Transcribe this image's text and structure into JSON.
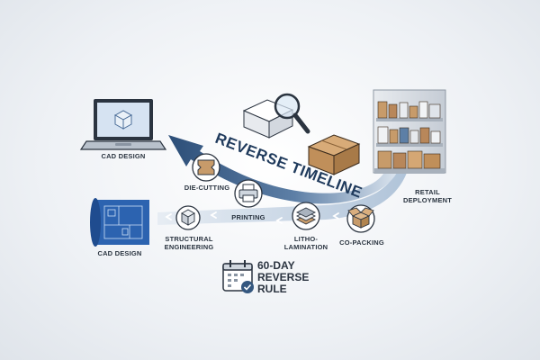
{
  "timeline_title": "REVERSE TIMELINE",
  "stages": {
    "cad_design_laptop": "CAD DESIGN",
    "cad_design_blueprint": "CAD DESIGN",
    "die_cutting": "DIE-CUTTING",
    "printing": "PRINTING",
    "structural_engineering": [
      "STRUCTURAL",
      "ENGINEERING"
    ],
    "litho_lamination": [
      "LITHO-",
      "LAMINATION"
    ],
    "co_packing": "CO-PACKING",
    "retail_deployment": [
      "RETAIL",
      "DEPLOYMENT"
    ]
  },
  "rule": [
    "60-DAY",
    "REVERSE",
    "RULE"
  ],
  "colors": {
    "arrow_dark": "#34577f",
    "arrow_light": "#c7d5e3",
    "blueprint": "#2c63b0",
    "cardboard": "#c79b6a",
    "outline": "#2b3440"
  },
  "icons": [
    "laptop-cube-icon",
    "blueprint-icon",
    "die-cut-icon",
    "printer-icon",
    "cube-icon",
    "sheets-icon",
    "open-box-icon",
    "magnifier-icon",
    "shipping-box-icon",
    "retail-shelf-icon",
    "calendar-check-icon"
  ]
}
